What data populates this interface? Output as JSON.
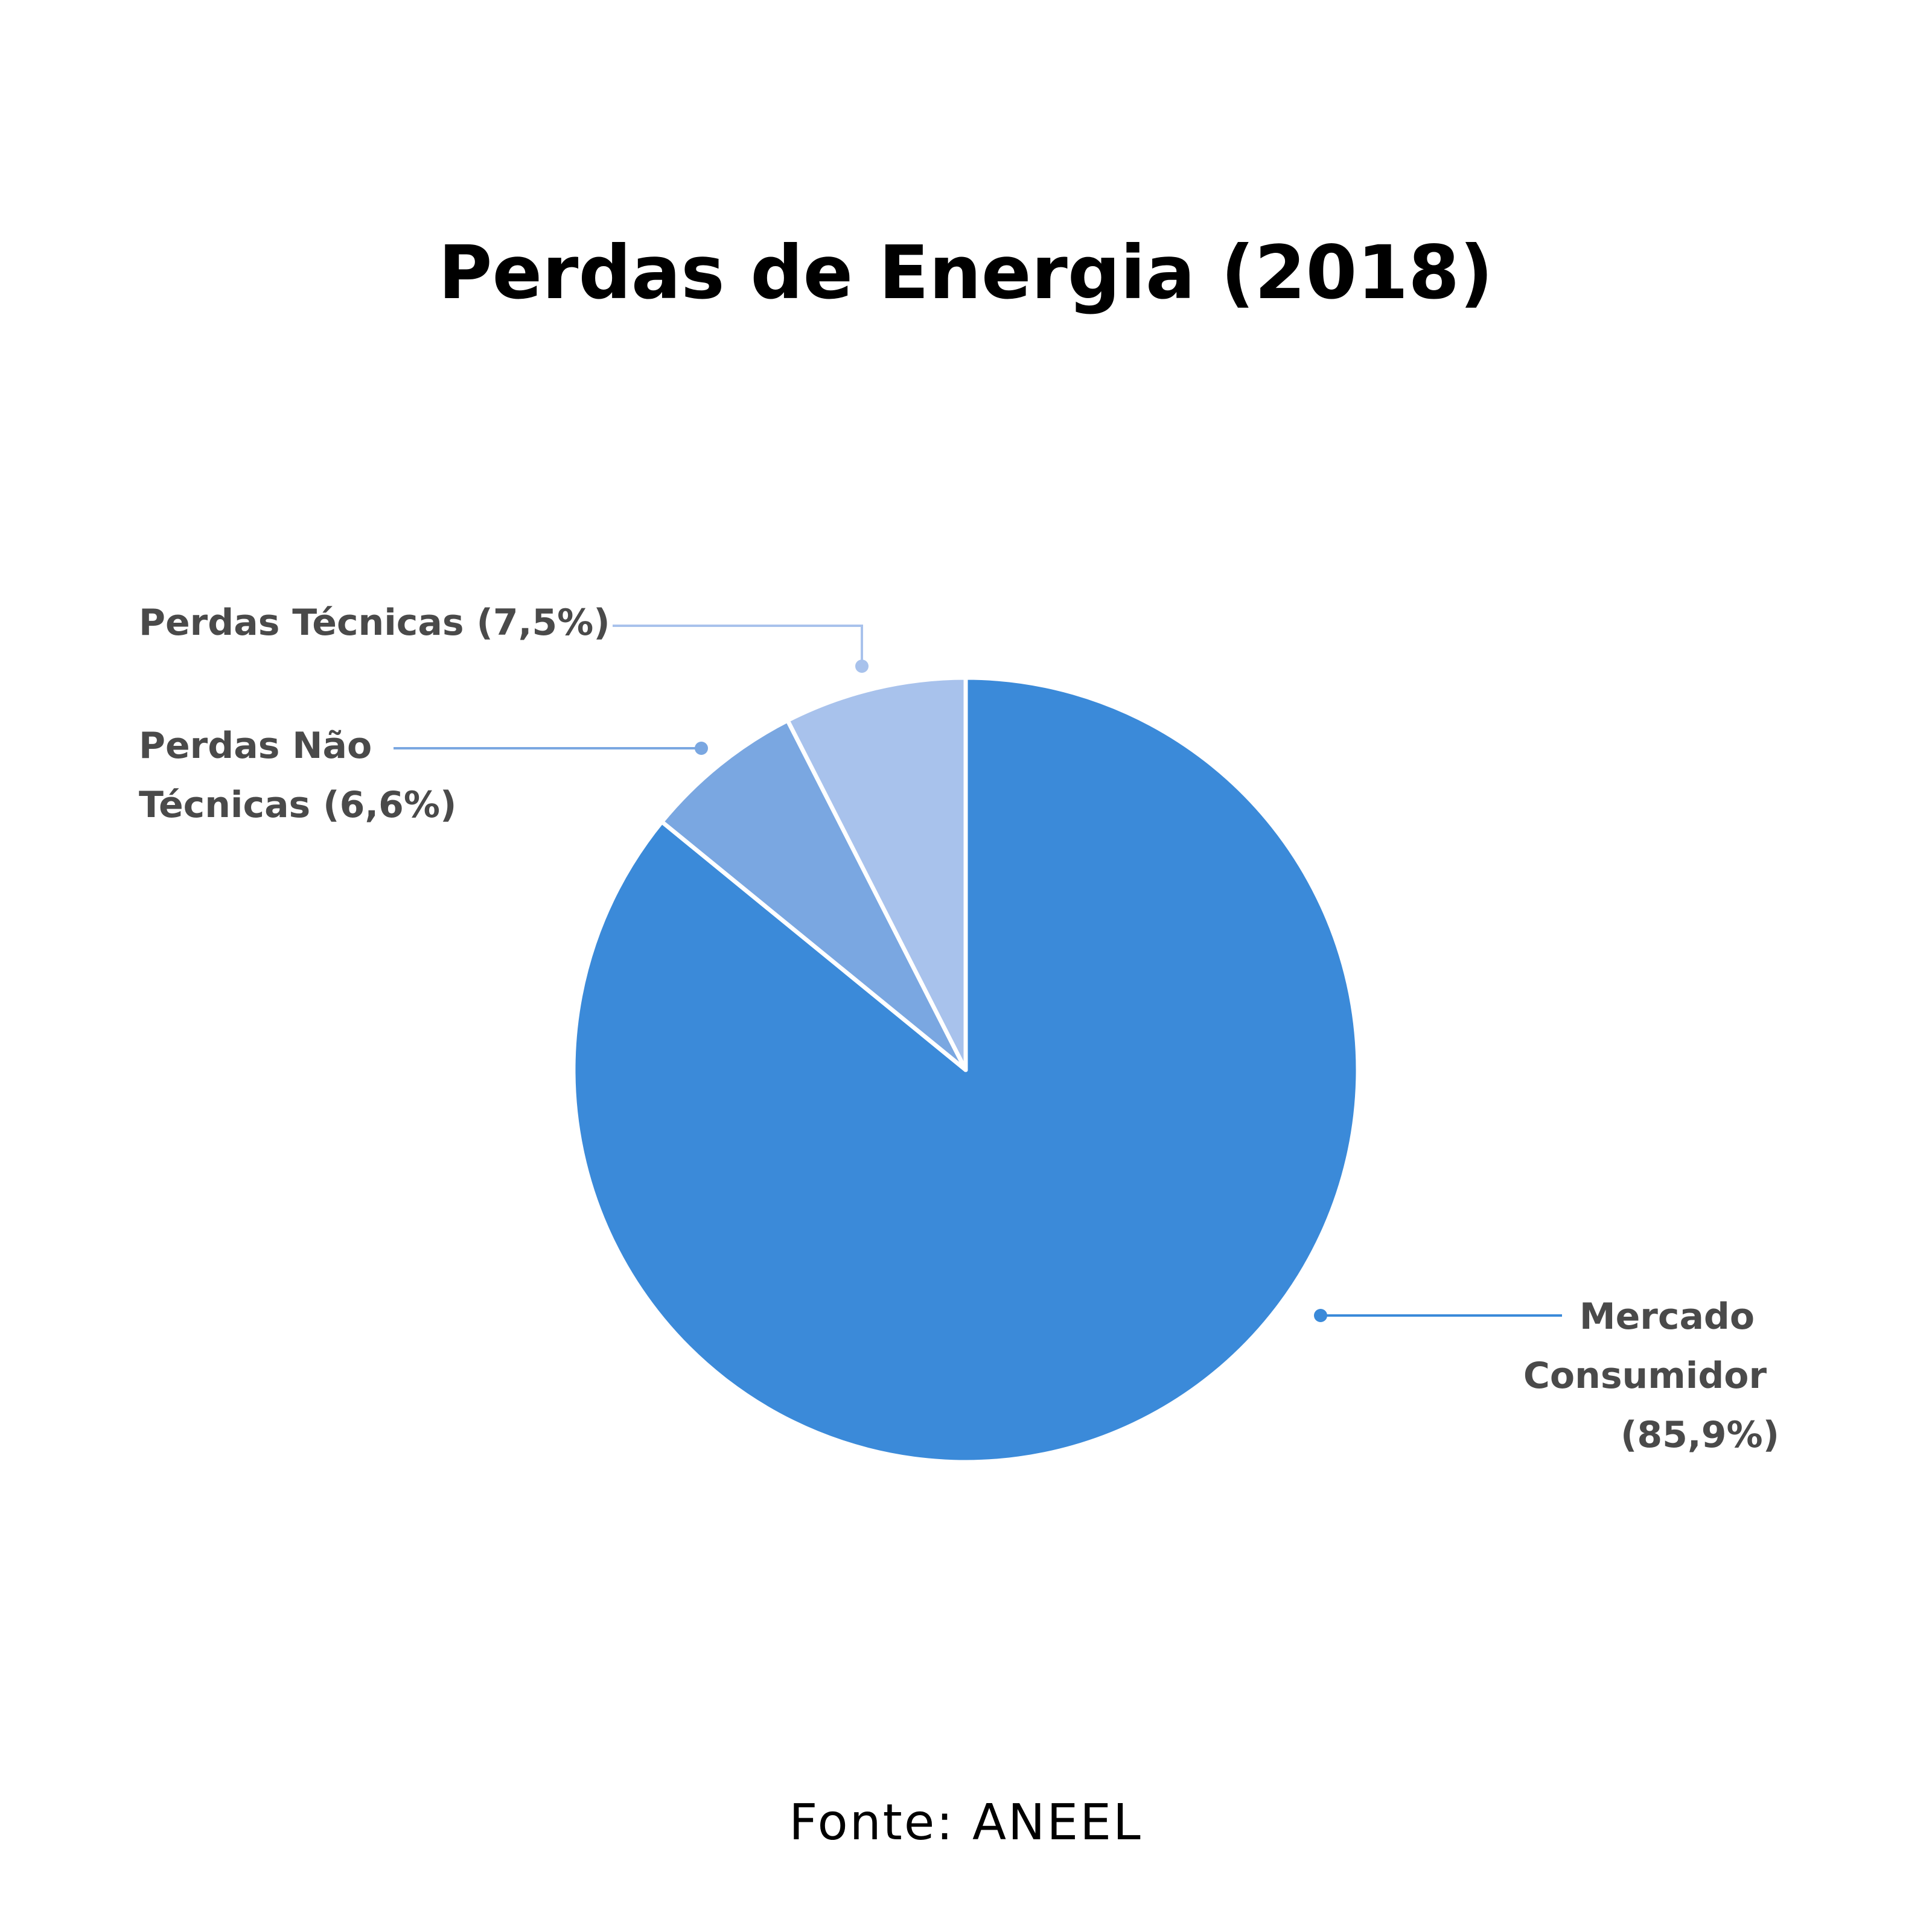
{
  "chart_data": {
    "type": "pie",
    "title": "Perdas de Energia (2018)",
    "source": "Fonte: ANEEL",
    "slices": [
      {
        "label_lines": [
          "Mercado",
          "Consumidor",
          "(85,9%)"
        ],
        "value": 85.9,
        "color": "#3b8ad9"
      },
      {
        "label_lines": [
          "Perdas Não",
          "Técnicas (6,6%)"
        ],
        "value": 6.6,
        "color": "#7aa7e1"
      },
      {
        "label_lines": [
          "Perdas Técnicas (7,5%)"
        ],
        "value": 7.5,
        "color": "#a8c2ec"
      }
    ]
  }
}
